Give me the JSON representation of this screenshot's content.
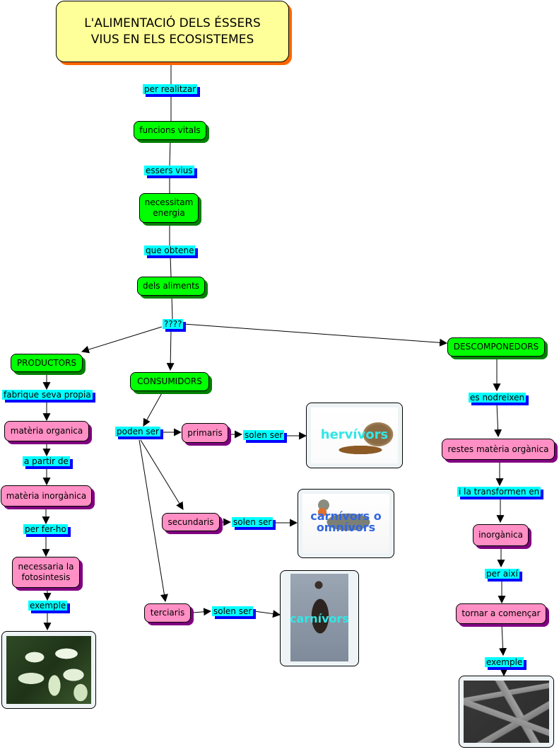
{
  "title": "L'ALIMENTACIÓ DELS ÉSSERS VIUS EN ELS ECOSISTEMES",
  "title_lines": [
    "L'ALIMENTACIÓ DELS ÉSSERS",
    "VIUS EN ELS ECOSISTEMES"
  ],
  "colors": {
    "concept_green": "#00ff00",
    "concept_green_shadow": "#008000",
    "concept_pink": "#ff8fc4",
    "concept_pink_shadow": "#800080",
    "title_bg": "#ffff99",
    "title_shadow": "#ff6600",
    "link_label_bg": "#00ffff",
    "link_label_shadow": "#0000ff",
    "caption_cyan": "#33e6e6",
    "caption_blue": "#3366dd"
  },
  "nodes": {
    "funcions_vitals": "funcions vitals",
    "necessitam_energia": [
      "necessitam",
      "energia"
    ],
    "dels_aliments": "dels aliments",
    "productors": "PRODUCTORS",
    "consumidors": "CONSUMIDORS",
    "descomponedors": "DESCOMPONEDORS",
    "materia_organica": "matèria organica",
    "materia_inorganica": "matèria inorgànica",
    "necessaria_fotosintesis": [
      "necessaria la",
      "fotosintesis"
    ],
    "primaris": "primaris",
    "secundaris": "secundaris",
    "terciaris": "terciaris",
    "restes_materia_organica": "restes matèria orgànica",
    "inorganica": "inorgànica",
    "tornar_a_comencar": "tornar a començar"
  },
  "link_labels": {
    "per_realitzar": "per realitzar",
    "essers_vius": "essers vius",
    "que_obtene": "que obtene",
    "unknown": "????",
    "fabrique_seva_propia": "fabrique seva propia",
    "a_partir_de": "a partir de",
    "per_fer_ho": "per fer-ho",
    "exemple_plant": "exemple",
    "poden_ser": "poden ser",
    "solen_ser_primaris": "solen ser",
    "solen_ser_secundaris": "solen ser",
    "solen_ser_terciaris": "solen ser",
    "es_nodreixen": "es nodreixen",
    "i_la_transformen_en": "i la transformen en",
    "per_aixi": "per així",
    "exemple_bacteria": "exemple"
  },
  "images": {
    "snail": {
      "caption": "hervívors",
      "subject": "snail"
    },
    "robin": {
      "caption": [
        "carnívors o",
        "omnívors"
      ],
      "subject": "robin bird"
    },
    "hawk": {
      "caption": "carnívors",
      "subject": "hawk"
    },
    "plant": {
      "subject": "dieffenbachia plant"
    },
    "bacteria": {
      "subject": "bacteria micrograph"
    }
  }
}
